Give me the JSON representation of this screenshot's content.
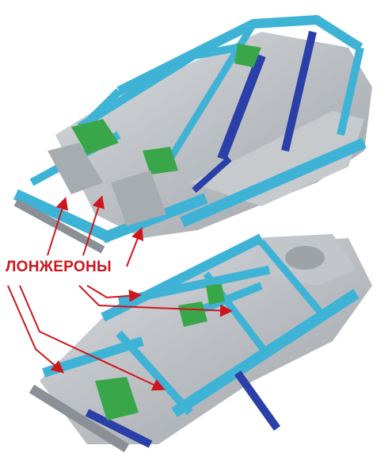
{
  "annotation": {
    "label": "ЛОНЖЕРОНЫ",
    "color": "#d0151c"
  },
  "palette": {
    "body_blue": "#3fb3d6",
    "deep_blue": "#2a3fa8",
    "steel_gray": "#b8bcc0",
    "green_parts": "#3aa64a"
  },
  "illustrations": [
    {
      "name": "car-body-in-white-assembled"
    },
    {
      "name": "car-underbody-platform"
    }
  ]
}
